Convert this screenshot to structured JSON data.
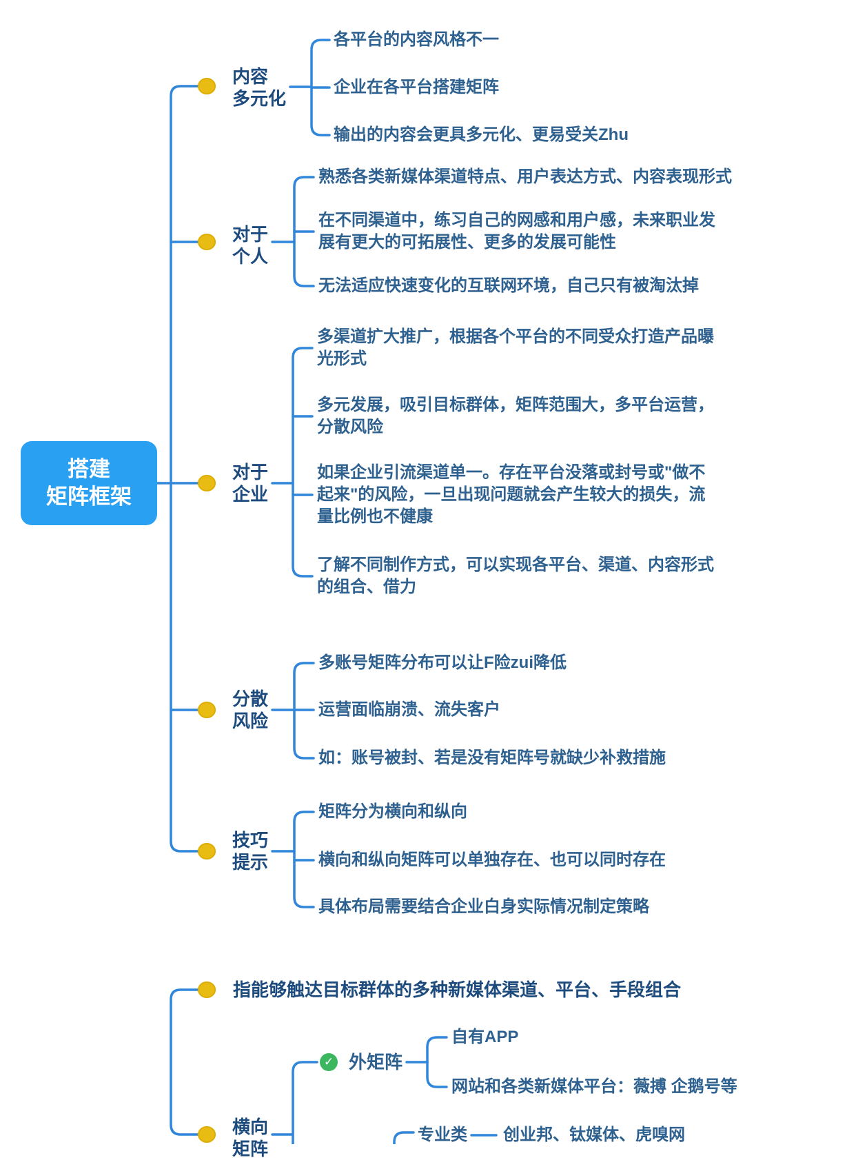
{
  "title": "搭建矩阵框架思维导图",
  "colors": {
    "connector_line": "#2f86da",
    "bullet_dot": "#e8bc12",
    "root_background": "#2aa0f2",
    "root_text": "#ffffff",
    "leaf_text": "#2e618f",
    "label_text": "#1d4b7e",
    "check_badge_green": "#3cb75f"
  },
  "icons": {
    "branch_bullet": "yellow-dot-icon",
    "sub_branch_badge": "check-badge-icon",
    "check_glyph": "✓"
  },
  "root": {
    "title": "搭建\n矩阵框架"
  },
  "branches": [
    {
      "label": "内容\n多元化",
      "leaves": [
        "各平台的内容风格不一",
        "企业在各平台搭建矩阵",
        "输出的内容会更具多元化、更易受关Zhu"
      ]
    },
    {
      "label": "对于\n个人",
      "leaves": [
        "熟悉各类新媒体渠道特点、用户表达方式、内容表现形式",
        "在不同渠道中，练习自己的网感和用户感，未来职业发展有更大的可拓展性、更多的发展可能性",
        "无法适应快速变化的互联网环境，自己只有被淘汰掉"
      ]
    },
    {
      "label": "对于\n企业",
      "leaves": [
        "多渠道扩大推广，根据各个平台的不同受众打造产品曝光形式",
        "多元发展，吸引目标群体，矩阵范围大，多平台运营，分散风险",
        "如果企业引流渠道单一。存在平台没落或封号或\"做不起来\"的风险，一旦出现问题就会产生较大的损失，流量比例也不健康",
        "了解不同制作方式，可以实现各平台、渠道、内容形式的组合、借力"
      ]
    },
    {
      "label": "分散\n风险",
      "leaves": [
        "多账号矩阵分布可以让F险zui降低",
        "运营面临崩溃、流失客户",
        "如：账号被封、若是没有矩阵号就缺少补救措施"
      ]
    },
    {
      "label": "技巧\n提示",
      "leaves": [
        "矩阵分为横向和纵向",
        "横向和纵向矩阵可以单独存在、也可以同时存在",
        "具体布局需要结合企业白身实际情况制定策略"
      ]
    }
  ],
  "section2": {
    "definition": "指能够触达目标群体的多种新媒体渠道、平台、手段组合",
    "branch_label": "横向\n矩阵",
    "sub_branch": {
      "label": "外矩阵",
      "leaves": [
        "自有APP",
        "网站和各类新媒体平台：薇搏 企鹅号等"
      ]
    },
    "category": {
      "label": "专业类",
      "value": "创业邦、钛媒体、虎嗅网"
    }
  }
}
